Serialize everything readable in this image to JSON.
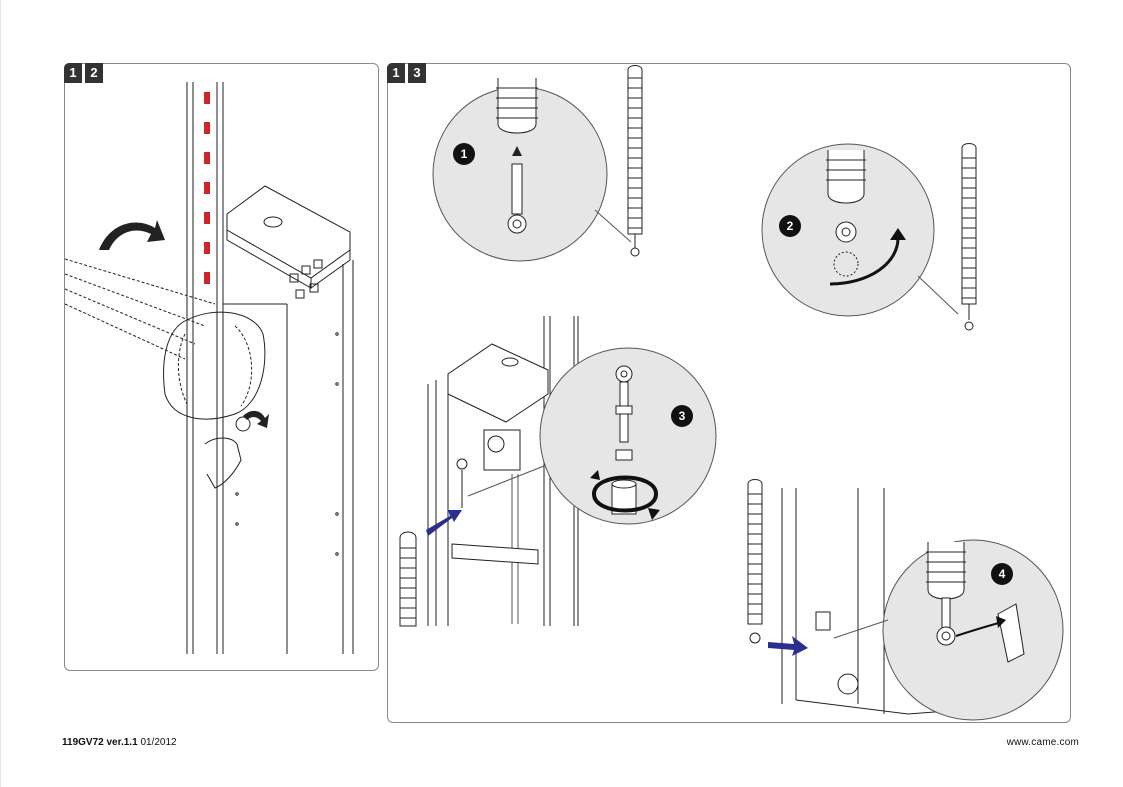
{
  "figures": [
    {
      "id": "12",
      "digits": [
        "1",
        "2"
      ]
    },
    {
      "id": "13",
      "digits": [
        "1",
        "3"
      ]
    }
  ],
  "steps": [
    "1",
    "2",
    "3",
    "4"
  ],
  "footer": {
    "doc_code": "119GV72",
    "version": "ver.1.1",
    "date": "01/2012",
    "website": "www.came.com"
  },
  "colors": {
    "arrow_blue": "#2b2f8f",
    "barrier_stripe": "#d2232a",
    "outline": "#222222",
    "badge": "#333333"
  }
}
